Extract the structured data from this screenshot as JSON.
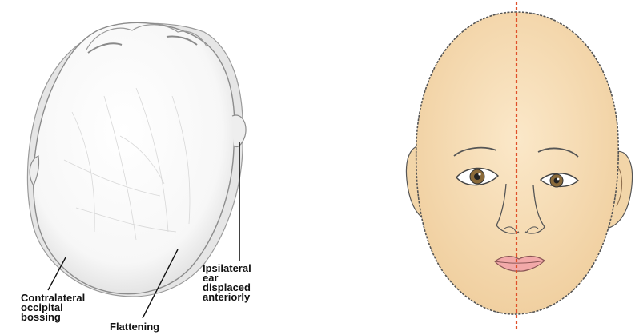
{
  "labels": {
    "contralateral": "Contralateral\noccipital\nbossing",
    "flattening": "Flattening",
    "ipsilateral": "Ipsilateral\near\ndisplaced\nanteriorly"
  },
  "colors": {
    "skull_fill": "#ffffff",
    "skull_shadow": "#e4e4e4",
    "skull_outline": "#8c8c8c",
    "face_skin": "#f6ddb6",
    "face_outline": "#555555",
    "midline": "#e0502a",
    "lips": "#f2a9a9",
    "iris": "#8a6a3a"
  }
}
